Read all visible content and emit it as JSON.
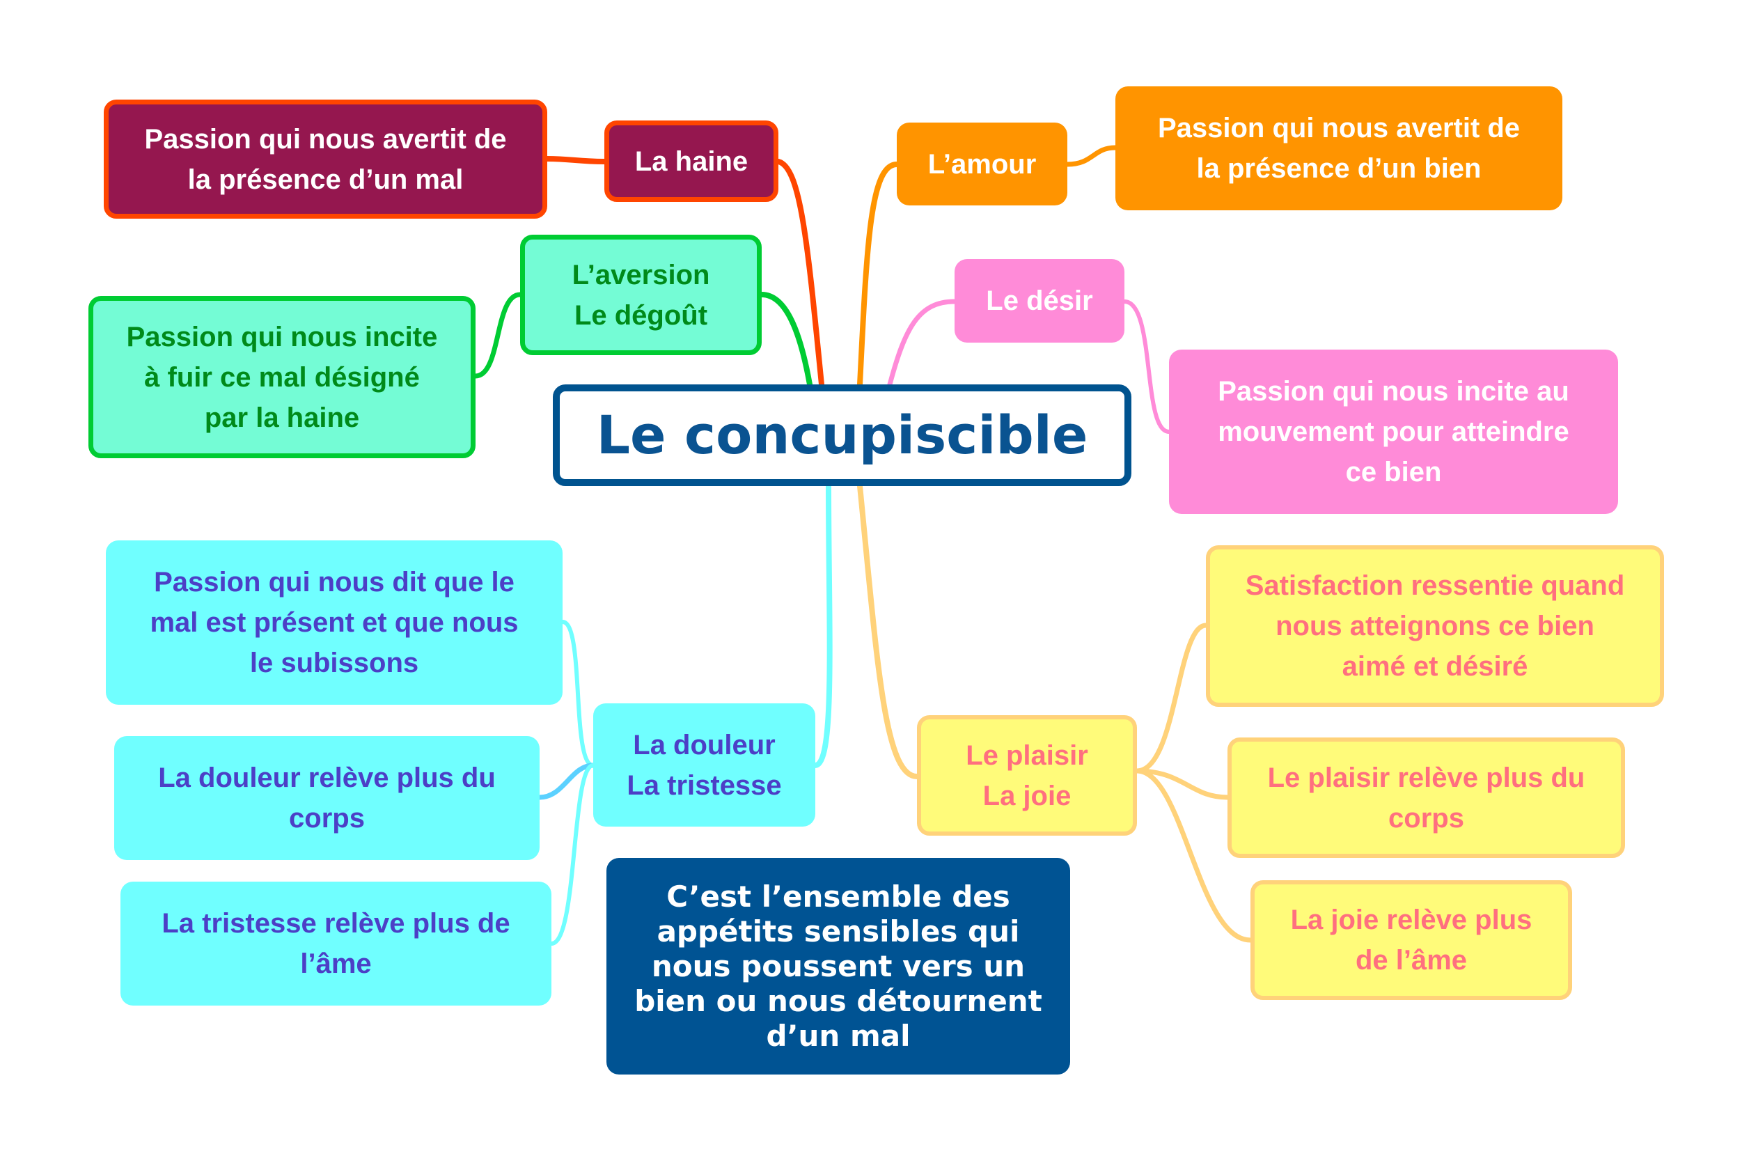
{
  "central": {
    "label": "Le concupiscible"
  },
  "definition": {
    "text": "C’est l’ensemble des\nappétits sensibles qui\nnous poussent vers un\nbien ou nous détournent\nd’un mal"
  },
  "branches": {
    "haine": {
      "label": "La haine",
      "details": [
        "Passion qui nous avertit de\nla présence d’un mal"
      ],
      "color": "#95174F",
      "line_color": "#FF4500"
    },
    "aversion": {
      "label": "L’aversion\nLe dégoût",
      "details": [
        "Passion qui nous incite\nà fuir ce mal désigné\npar la haine"
      ],
      "color": "#74FCD5",
      "line_color": "#00CC33"
    },
    "amour": {
      "label": "L’amour",
      "details": [
        "Passion qui nous avertit de\nla présence d’un bien"
      ],
      "color": "#FF9400",
      "line_color": "#FF9400"
    },
    "desir": {
      "label": "Le désir",
      "details": [
        "Passion qui nous incite au\nmouvement pour atteindre\nce bien"
      ],
      "color": "#FF8BD8",
      "line_color": "#FF8BD8"
    },
    "douleur": {
      "label": "La douleur\nLa tristesse",
      "details": [
        "Passion qui nous dit que le\nmal est présent et que nous\nle subissons",
        "La douleur relève plus du\ncorps",
        "La tristesse relève plus de\nl’âme"
      ],
      "color": "#70FFFF",
      "line_color": "#70FFFF"
    },
    "plaisir": {
      "label": "Le plaisir\nLa joie",
      "details": [
        "Satisfaction ressentie quand\nnous atteignons ce bien\naimé et désiré",
        "Le plaisir relève plus du\ncorps",
        "La joie relève plus\nde l’âme"
      ],
      "color": "#FFFB7A",
      "line_color": "#FFD27A"
    }
  }
}
